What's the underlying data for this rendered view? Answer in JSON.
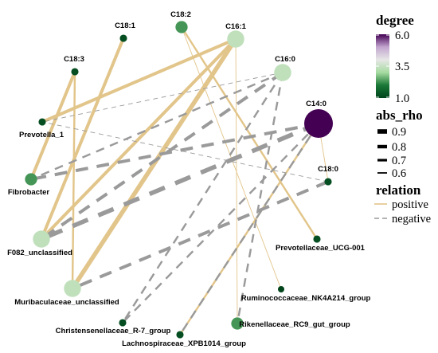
{
  "network": {
    "nodes": [
      {
        "id": "C18:2",
        "label": "C18:2",
        "degree": 2.3
      },
      {
        "id": "C18:1",
        "label": "C18:1",
        "degree": 1.2
      },
      {
        "id": "C16:1",
        "label": "C16:1",
        "degree": 3.4
      },
      {
        "id": "C18:3",
        "label": "C18:3",
        "degree": 1.2
      },
      {
        "id": "C16:0",
        "label": "C16:0",
        "degree": 3.4
      },
      {
        "id": "C14:0",
        "label": "C14:0",
        "degree": 6.0
      },
      {
        "id": "C18:0",
        "label": "C18:0",
        "degree": 1.2
      },
      {
        "id": "Prevotella_1",
        "label": "Prevotella_1",
        "degree": 1.2
      },
      {
        "id": "Fibrobacter",
        "label": "Fibrobacter",
        "degree": 2.3
      },
      {
        "id": "F082_unclassified",
        "label": "F082_unclassified",
        "degree": 3.4
      },
      {
        "id": "Muribaculaceae_unclassified",
        "label": "Muribaculaceae_unclassified",
        "degree": 3.4
      },
      {
        "id": "Prevotellaceae_UCG-001",
        "label": "Prevotellaceae_UCG-001",
        "degree": 1.2
      },
      {
        "id": "Ruminococcaceae_NK4A214_group",
        "label": "Ruminococcaceae_NK4A214_group",
        "degree": 1.0
      },
      {
        "id": "Rikenellaceae_RC9_gut_group",
        "label": "Rikenellaceae_RC9_gut_group",
        "degree": 2.3
      },
      {
        "id": "Christensenellaceae_R-7_group",
        "label": "Christensenellaceae_R-7_group",
        "degree": 1.2
      },
      {
        "id": "Lachnospiraceae_XPB1014_group",
        "label": "Lachnospiraceae_XPB1014_group",
        "degree": 1.2
      }
    ],
    "edges": [
      {
        "source": "C18:1",
        "target": "F082_unclassified",
        "relation": "positive",
        "abs_rho": 0.8
      },
      {
        "source": "C18:3",
        "target": "Fibrobacter",
        "relation": "positive",
        "abs_rho": 0.8
      },
      {
        "source": "C18:3",
        "target": "Muribaculaceae_unclassified",
        "relation": "positive",
        "abs_rho": 0.7
      },
      {
        "source": "C16:1",
        "target": "Prevotella_1",
        "relation": "positive",
        "abs_rho": 0.8
      },
      {
        "source": "C16:1",
        "target": "F082_unclassified",
        "relation": "positive",
        "abs_rho": 0.8
      },
      {
        "source": "C16:1",
        "target": "Muribaculaceae_unclassified",
        "relation": "positive",
        "abs_rho": 0.9
      },
      {
        "source": "C18:2",
        "target": "Prevotellaceae_UCG-001",
        "relation": "positive",
        "abs_rho": 0.7
      },
      {
        "source": "C18:2",
        "target": "Ruminococcaceae_NK4A214_group",
        "relation": "positive",
        "abs_rho": 0.6
      },
      {
        "source": "C16:1",
        "target": "Rikenellaceae_RC9_gut_group",
        "relation": "positive",
        "abs_rho": 0.6
      },
      {
        "source": "C14:0",
        "target": "C18:0",
        "relation": "positive",
        "abs_rho": 0.6
      },
      {
        "source": "C14:0",
        "target": "Lachnospiraceae_XPB1014_group",
        "relation": "positive",
        "abs_rho": 0.7
      },
      {
        "source": "C16:0",
        "target": "Fibrobacter",
        "relation": "negative",
        "abs_rho": 0.7
      },
      {
        "source": "C16:0",
        "target": "Prevotella_1",
        "relation": "negative",
        "abs_rho": 0.6
      },
      {
        "source": "C16:0",
        "target": "F082_unclassified",
        "relation": "negative",
        "abs_rho": 0.8
      },
      {
        "source": "C16:0",
        "target": "Rikenellaceae_RC9_gut_group",
        "relation": "negative",
        "abs_rho": 0.7
      },
      {
        "source": "C16:0",
        "target": "Christensenellaceae_R-7_group",
        "relation": "negative",
        "abs_rho": 0.7
      },
      {
        "source": "C14:0",
        "target": "Fibrobacter",
        "relation": "negative",
        "abs_rho": 0.8
      },
      {
        "source": "C14:0",
        "target": "F082_unclassified",
        "relation": "negative",
        "abs_rho": 0.9
      },
      {
        "source": "C14:0",
        "target": "Christensenellaceae_R-7_group",
        "relation": "negative",
        "abs_rho": 0.7
      },
      {
        "source": "C14:0",
        "target": "Lachnospiraceae_XPB1014_group",
        "relation": "negative",
        "abs_rho": 0.7
      },
      {
        "source": "C18:0",
        "target": "Muribaculaceae_unclassified",
        "relation": "negative",
        "abs_rho": 0.8
      },
      {
        "source": "C18:0",
        "target": "Prevotella_1",
        "relation": "negative",
        "abs_rho": 0.6
      }
    ]
  },
  "legend": {
    "degree_title": "degree",
    "degree_ticks": [
      "6.0",
      "3.5",
      "1.0"
    ],
    "degree_colors": [
      "#440154",
      "#c2a5cf",
      "#e7e7e7",
      "#a6dba0",
      "#1b7837",
      "#00441b"
    ],
    "abs_rho_title": "abs_rho",
    "abs_rho_items": [
      "0.9",
      "0.8",
      "0.7",
      "0.6"
    ],
    "relation_title": "relation",
    "relation_items": [
      {
        "label": "positive",
        "color": "#e2c58a"
      },
      {
        "label": "negative",
        "color": "#9a9a9a"
      }
    ]
  }
}
